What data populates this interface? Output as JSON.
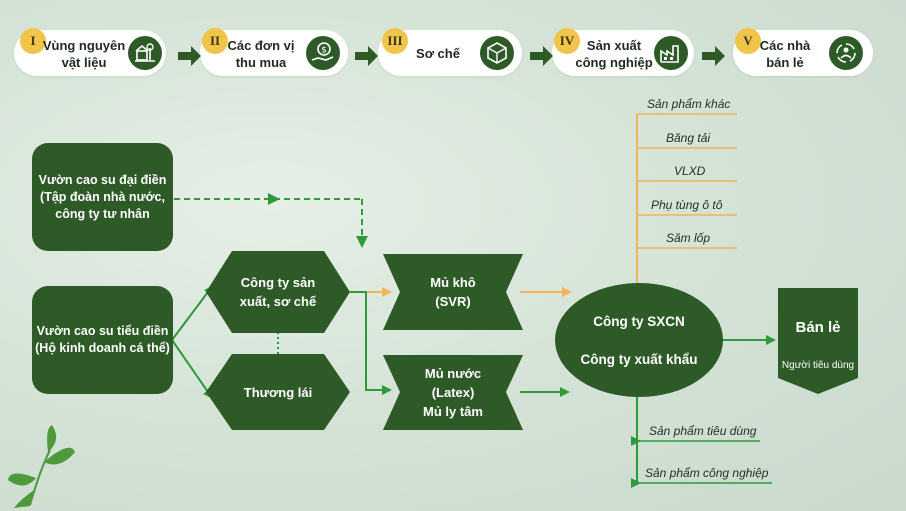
{
  "steps": [
    {
      "num": "I",
      "label": "Vùng nguyên\nvật liệu",
      "icon": "farm-icon"
    },
    {
      "num": "II",
      "label": "Các đơn vị\nthu mua",
      "icon": "money-hand-icon"
    },
    {
      "num": "III",
      "label": "Sơ chế",
      "icon": "box-icon"
    },
    {
      "num": "IV",
      "label": "Sản xuất\ncông nghiệp",
      "icon": "factory-icon"
    },
    {
      "num": "V",
      "label": "Các nhà\nbán lẻ",
      "icon": "retail-icon"
    }
  ],
  "nodes": {
    "large_plantation": "Vườn cao su đại điền\n(Tập đoàn nhà nước,\ncông ty tư nhân",
    "small_plantation": "Vườn cao su tiểu điền\n(Hộ kinh doanh cá thể)",
    "processor": "Công ty sản\nxuất, sơ chế",
    "trader": "Thương lái",
    "dry_rubber": "Mủ khô\n(SVR)",
    "latex": "Mủ nước\n(Latex)\nMủ ly tâm",
    "company": "Công ty SXCN\n\nCông ty xuất khẩu",
    "retail_title": "Bán lẻ",
    "retail_sub": "Người tiêu dùng"
  },
  "products_top": [
    "Sản phẩm khác",
    "Băng tải",
    "VLXD",
    "Phụ tùng ô tô",
    "Săm lốp"
  ],
  "products_bottom": [
    "Sản phẩm tiêu dùng",
    "Sản phẩm công nghiệp"
  ],
  "colors": {
    "dark_green": "#2d5a27",
    "accent_green": "#2e9a3a",
    "orange": "#f2b35a",
    "badge_yellow": "#f1c54a"
  }
}
